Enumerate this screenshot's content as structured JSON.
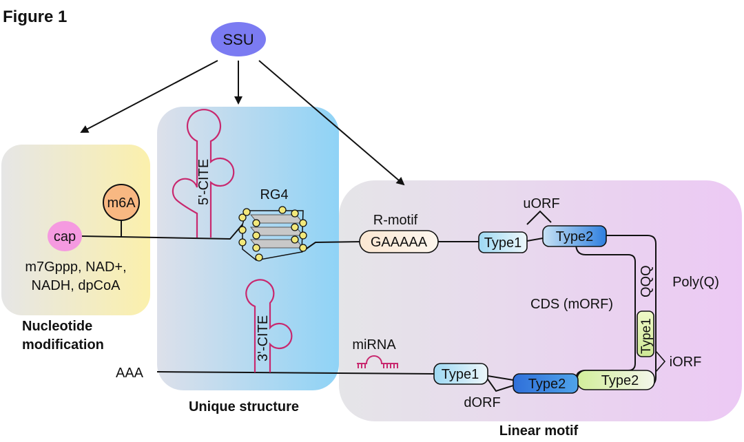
{
  "figure_label": "Figure 1",
  "ssu": {
    "label": "SSU",
    "color": "#7b7bf2"
  },
  "panels": {
    "nucleotide": {
      "title_line1": "Nucleotide",
      "title_line2": "modification"
    },
    "unique": {
      "title": "Unique structure"
    },
    "linear": {
      "title": "Linear motif"
    }
  },
  "nucleotide": {
    "cap": "cap",
    "m6a": "m6A",
    "cap_variants_line1": "m7Gppp, NAD+,",
    "cap_variants_line2": "NADH, dpCoA"
  },
  "unique": {
    "cite5": "5'-CITE",
    "rg4": "RG4",
    "cite3": "3'-CITE"
  },
  "linear": {
    "r_motif": "R-motif",
    "gaaaaa": "GAAAAA",
    "uorf": "uORF",
    "type1_top": "Type1",
    "type2_top": "Type2",
    "qqq": "QQQ",
    "polyq": "Poly(Q)",
    "cds": "CDS (mORF)",
    "type1_vertical": "Type1",
    "iorf": "iORF",
    "type2_iorf": "Type2",
    "type2_dorf": "Type2",
    "type1_bottom": "Type1",
    "dorf": "dORF",
    "mirna": "miRNA"
  },
  "poly_a": "AAA",
  "colors": {
    "loop_magenta": "#c8286e",
    "cap_pink": "#f59ae0",
    "m6a_orange": "#f8b882",
    "type2_blue": "#2e7de0",
    "rg4_yellow": "#f2e87a"
  }
}
